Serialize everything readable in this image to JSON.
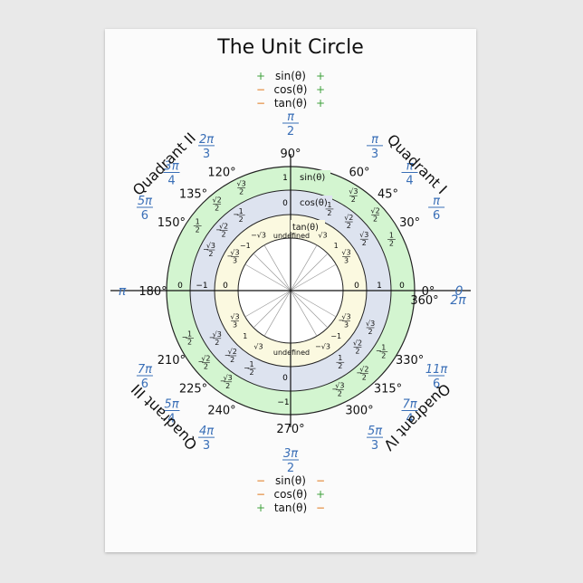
{
  "title": "The Unit Circle",
  "colors": {
    "background": "#e9e9e9",
    "poster": "#fbfbfb",
    "ring_sin": "#d3f5d0",
    "ring_cos": "#dde3ef",
    "ring_tan": "#fbf9e0",
    "inner": "#ffffff",
    "radian": "#3a6fb7",
    "plus": "#3da03a",
    "minus": "#e07a1e",
    "text": "#111111"
  },
  "signs_top": [
    {
      "left": "+",
      "label": "sin(θ)",
      "right": "+"
    },
    {
      "left": "−",
      "label": "cos(θ)",
      "right": "+"
    },
    {
      "left": "−",
      "label": "tan(θ)",
      "right": "+"
    }
  ],
  "signs_bottom": [
    {
      "left": "−",
      "label": "sin(θ)",
      "right": "−"
    },
    {
      "left": "−",
      "label": "cos(θ)",
      "right": "+"
    },
    {
      "left": "+",
      "label": "tan(θ)",
      "right": "−"
    }
  ],
  "quadrants": [
    "Quadrant I",
    "Quadrant II",
    "Quadrant III",
    "Quadrant IV"
  ],
  "ring_labels": {
    "sin": "sin(θ)",
    "cos": "cos(θ)",
    "tan": "tan(θ)",
    "undefined": "undefined"
  },
  "angles": [
    {
      "deg": 0,
      "label": "0°",
      "rad_num": "0",
      "rad_den": ""
    },
    {
      "deg": 30,
      "label": "30°",
      "rad_num": "π",
      "rad_den": "6"
    },
    {
      "deg": 45,
      "label": "45°",
      "rad_num": "π",
      "rad_den": "4"
    },
    {
      "deg": 60,
      "label": "60°",
      "rad_num": "π",
      "rad_den": "3"
    },
    {
      "deg": 90,
      "label": "90°",
      "rad_num": "π",
      "rad_den": "2"
    },
    {
      "deg": 120,
      "label": "120°",
      "rad_num": "2π",
      "rad_den": "3"
    },
    {
      "deg": 135,
      "label": "135°",
      "rad_num": "3π",
      "rad_den": "4"
    },
    {
      "deg": 150,
      "label": "150°",
      "rad_num": "5π",
      "rad_den": "6"
    },
    {
      "deg": 180,
      "label": "180°",
      "rad_num": "π",
      "rad_den": ""
    },
    {
      "deg": 210,
      "label": "210°",
      "rad_num": "7π",
      "rad_den": "6"
    },
    {
      "deg": 225,
      "label": "225°",
      "rad_num": "5π",
      "rad_den": "4"
    },
    {
      "deg": 240,
      "label": "240°",
      "rad_num": "4π",
      "rad_den": "3"
    },
    {
      "deg": 270,
      "label": "270°",
      "rad_num": "3π",
      "rad_den": "2"
    },
    {
      "deg": 300,
      "label": "300°",
      "rad_num": "5π",
      "rad_den": "3"
    },
    {
      "deg": 315,
      "label": "315°",
      "rad_num": "7π",
      "rad_den": "4"
    },
    {
      "deg": 330,
      "label": "330°",
      "rad_num": "11π",
      "rad_den": "6"
    }
  ],
  "extra_labels": {
    "deg360": "360°",
    "rad2pi": "2π"
  },
  "axis_values": {
    "sin_top": "1",
    "sin_bottom": "−1",
    "cos_right": "1",
    "cos_left": "−1",
    "zero": "0"
  }
}
